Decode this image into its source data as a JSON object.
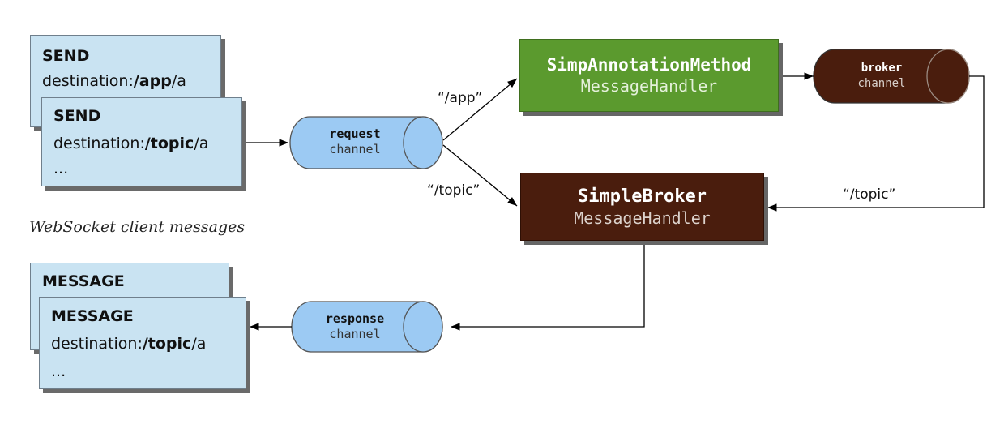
{
  "send_card_back": {
    "line1": "SEND",
    "line2_prefix": "destination:",
    "line2_bold": "/app",
    "line2_suffix": "/a"
  },
  "send_card_front": {
    "line1": "SEND",
    "line2_prefix": "destination:",
    "line2_bold": "/topic",
    "line2_suffix": "/a",
    "line3": "..."
  },
  "caption": "WebSocket client messages",
  "message_card_back": {
    "line1": "MESSAGE"
  },
  "message_card_front": {
    "line1": "MESSAGE",
    "line2_prefix": "destination:",
    "line2_bold": "/topic",
    "line2_suffix": "/a",
    "line3": "..."
  },
  "request_channel": {
    "line1": "request",
    "line2": "channel"
  },
  "response_channel": {
    "line1": "response",
    "line2": "channel"
  },
  "broker_channel": {
    "line1": "broker",
    "line2": "channel"
  },
  "annotation_handler": {
    "line1": "SimpAnnotationMethod",
    "line2": "MessageHandler",
    "color": "#5b9a2e"
  },
  "simple_broker": {
    "line1": "SimpleBroker",
    "line2": "MessageHandler",
    "color": "#4a1d0d"
  },
  "labels": {
    "app": "“/app”",
    "topic_left": "“/topic”",
    "topic_right": "“/topic”"
  },
  "colors": {
    "card_fill": "#c9e3f2",
    "request_channel_fill": "#9ccaf3",
    "broker_channel_fill": "#4a1d0d"
  }
}
